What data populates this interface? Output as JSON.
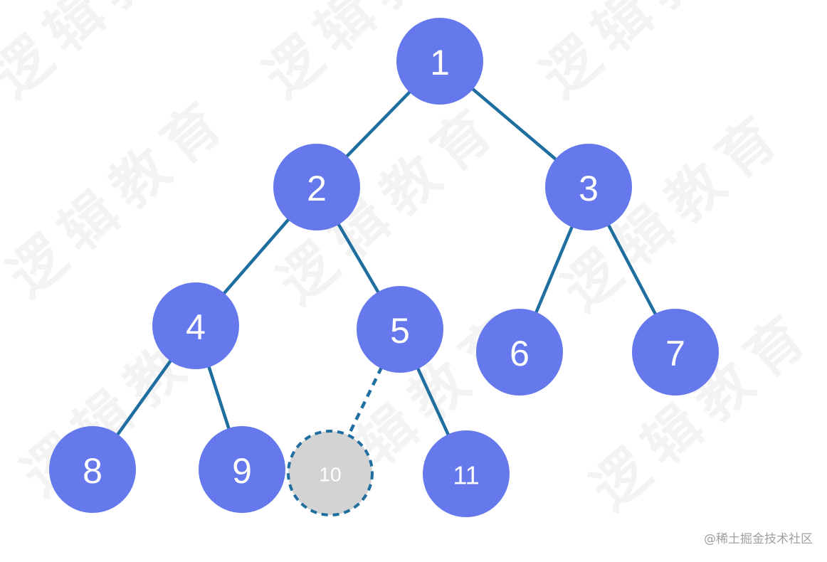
{
  "colors": {
    "node_fill": "#6579EC",
    "edge": "#1F6EA0",
    "pending_fill": "#D3D3D3",
    "pending_stroke": "#1F6EA0"
  },
  "watermark": "逻辑教育",
  "credit": "@稀土掘金技术社区",
  "tree": {
    "nodes": [
      {
        "id": "1",
        "label": "1",
        "state": "existing"
      },
      {
        "id": "2",
        "label": "2",
        "state": "existing"
      },
      {
        "id": "3",
        "label": "3",
        "state": "existing"
      },
      {
        "id": "4",
        "label": "4",
        "state": "existing"
      },
      {
        "id": "5",
        "label": "5",
        "state": "existing"
      },
      {
        "id": "6",
        "label": "6",
        "state": "existing"
      },
      {
        "id": "7",
        "label": "7",
        "state": "existing"
      },
      {
        "id": "8",
        "label": "8",
        "state": "existing"
      },
      {
        "id": "9",
        "label": "9",
        "state": "existing"
      },
      {
        "id": "10",
        "label": "10",
        "state": "pending"
      },
      {
        "id": "11",
        "label": "11",
        "state": "existing"
      }
    ],
    "edges": [
      {
        "from": "1",
        "to": "2",
        "style": "solid"
      },
      {
        "from": "1",
        "to": "3",
        "style": "solid"
      },
      {
        "from": "2",
        "to": "4",
        "style": "solid"
      },
      {
        "from": "2",
        "to": "5",
        "style": "solid"
      },
      {
        "from": "3",
        "to": "6",
        "style": "solid"
      },
      {
        "from": "3",
        "to": "7",
        "style": "solid"
      },
      {
        "from": "4",
        "to": "8",
        "style": "solid"
      },
      {
        "from": "4",
        "to": "9",
        "style": "solid"
      },
      {
        "from": "5",
        "to": "10",
        "style": "dashed"
      },
      {
        "from": "5",
        "to": "11",
        "style": "solid"
      }
    ]
  }
}
